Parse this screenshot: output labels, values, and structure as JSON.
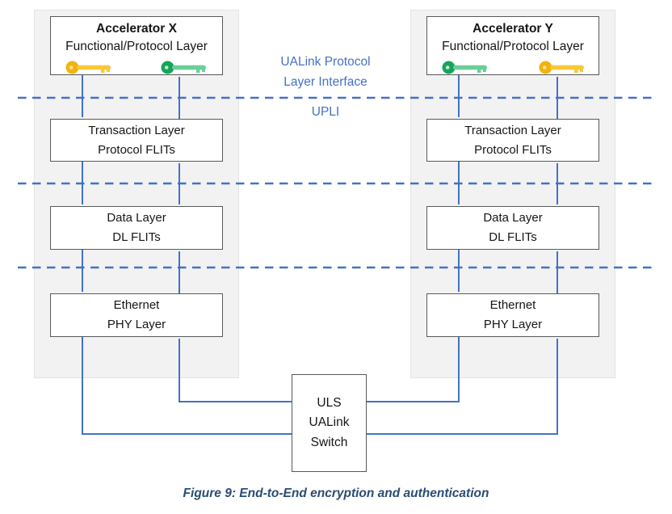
{
  "interface_label": {
    "line1": "UALink Protocol",
    "line2": "Layer Interface",
    "abbr": "UPLI"
  },
  "accelerator_x": {
    "title": "Accelerator X",
    "subtitle": "Functional/Protocol Layer",
    "keys": [
      {
        "icon": "yellow-key-icon",
        "color": "#F0B40E"
      },
      {
        "icon": "green-key-icon",
        "color": "#16A45A"
      }
    ],
    "layers": [
      {
        "line1": "Transaction Layer",
        "line2": "Protocol FLITs"
      },
      {
        "line1": "Data Layer",
        "line2": "DL FLITs"
      },
      {
        "line1": "Ethernet",
        "line2": "PHY Layer"
      }
    ]
  },
  "accelerator_y": {
    "title": "Accelerator Y",
    "subtitle": "Functional/Protocol Layer",
    "keys": [
      {
        "icon": "green-key-icon",
        "color": "#16A45A"
      },
      {
        "icon": "yellow-key-icon",
        "color": "#F0B40E"
      }
    ],
    "layers": [
      {
        "line1": "Transaction Layer",
        "line2": "Protocol FLITs"
      },
      {
        "line1": "Data Layer",
        "line2": "DL FLITs"
      },
      {
        "line1": "Ethernet",
        "line2": "PHY Layer"
      }
    ]
  },
  "switch": {
    "line1": "ULS",
    "line2": "UALink",
    "line3": "Switch"
  },
  "caption": "Figure 9: End-to-End encryption and authentication",
  "colors": {
    "line_blue": "#4472C4",
    "container_gray": "#F2F2F2",
    "box_border_gray": "#58595B",
    "key_yellow": "#F0B40E",
    "key_green": "#16A45A",
    "caption_navy": "#2A4D73"
  }
}
